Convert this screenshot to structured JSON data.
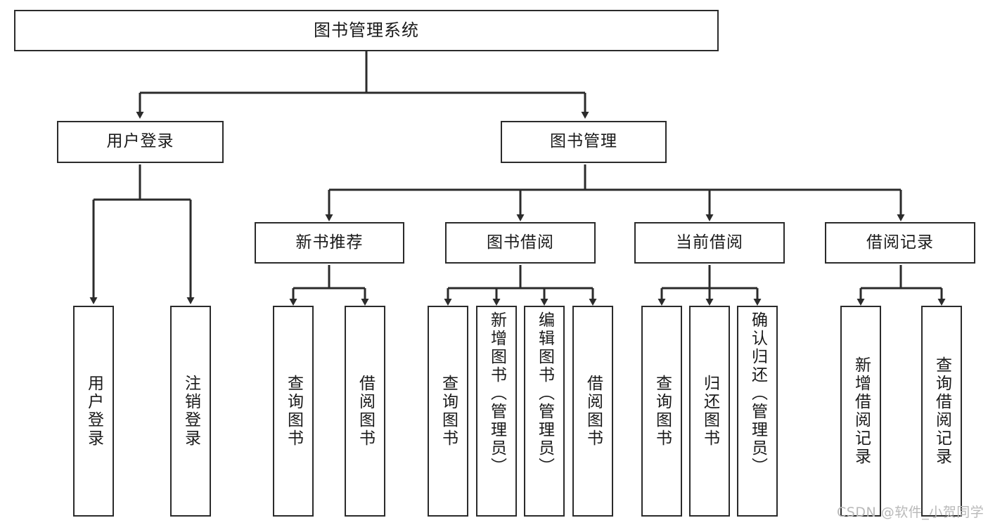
{
  "diagram": {
    "title": "图书管理系统",
    "type": "tree-hierarchy",
    "orientation": "top-down",
    "colors": {
      "box_border": "#2b2b2b",
      "box_fill": "#ffffff",
      "edge": "#2b2b2b",
      "text": "#1a1a1a",
      "watermark": "#b9b9b9",
      "background": "#ffffff"
    },
    "watermark": "CSDN @软件_小贺同学"
  },
  "nodes": {
    "root": {
      "label": "图书管理系统",
      "level": 1
    },
    "level2": [
      {
        "id": "user-login",
        "label": "用户登录"
      },
      {
        "id": "book-manage",
        "label": "图书管理"
      }
    ],
    "level3": [
      {
        "id": "new-book-recommend",
        "label": "新书推荐"
      },
      {
        "id": "book-borrow",
        "label": "图书借阅"
      },
      {
        "id": "current-borrow",
        "label": "当前借阅"
      },
      {
        "id": "borrow-record",
        "label": "借阅记录"
      }
    ],
    "leaves": {
      "user-login": [
        {
          "id": "leaf-user-login",
          "label": "用户登录"
        },
        {
          "id": "leaf-logout-login",
          "label": "注销登录"
        }
      ],
      "new-book-recommend": [
        {
          "id": "leaf-query-book-1",
          "label": "查询图书"
        },
        {
          "id": "leaf-borrow-book-1",
          "label": "借阅图书"
        }
      ],
      "book-borrow": [
        {
          "id": "leaf-query-book-2",
          "label": "查询图书"
        },
        {
          "id": "leaf-add-book",
          "label": "新增图书（管理员）"
        },
        {
          "id": "leaf-edit-book",
          "label": "编辑图书（管理员）"
        },
        {
          "id": "leaf-borrow-book-2",
          "label": "借阅图书"
        }
      ],
      "current-borrow": [
        {
          "id": "leaf-query-book-3",
          "label": "查询图书"
        },
        {
          "id": "leaf-return-book",
          "label": "归还图书"
        },
        {
          "id": "leaf-confirm-return",
          "label": "确认归还（管理员）"
        }
      ],
      "borrow-record": [
        {
          "id": "leaf-add-record",
          "label": "新增借阅记录"
        },
        {
          "id": "leaf-query-record",
          "label": "查询借阅记录"
        }
      ]
    }
  }
}
